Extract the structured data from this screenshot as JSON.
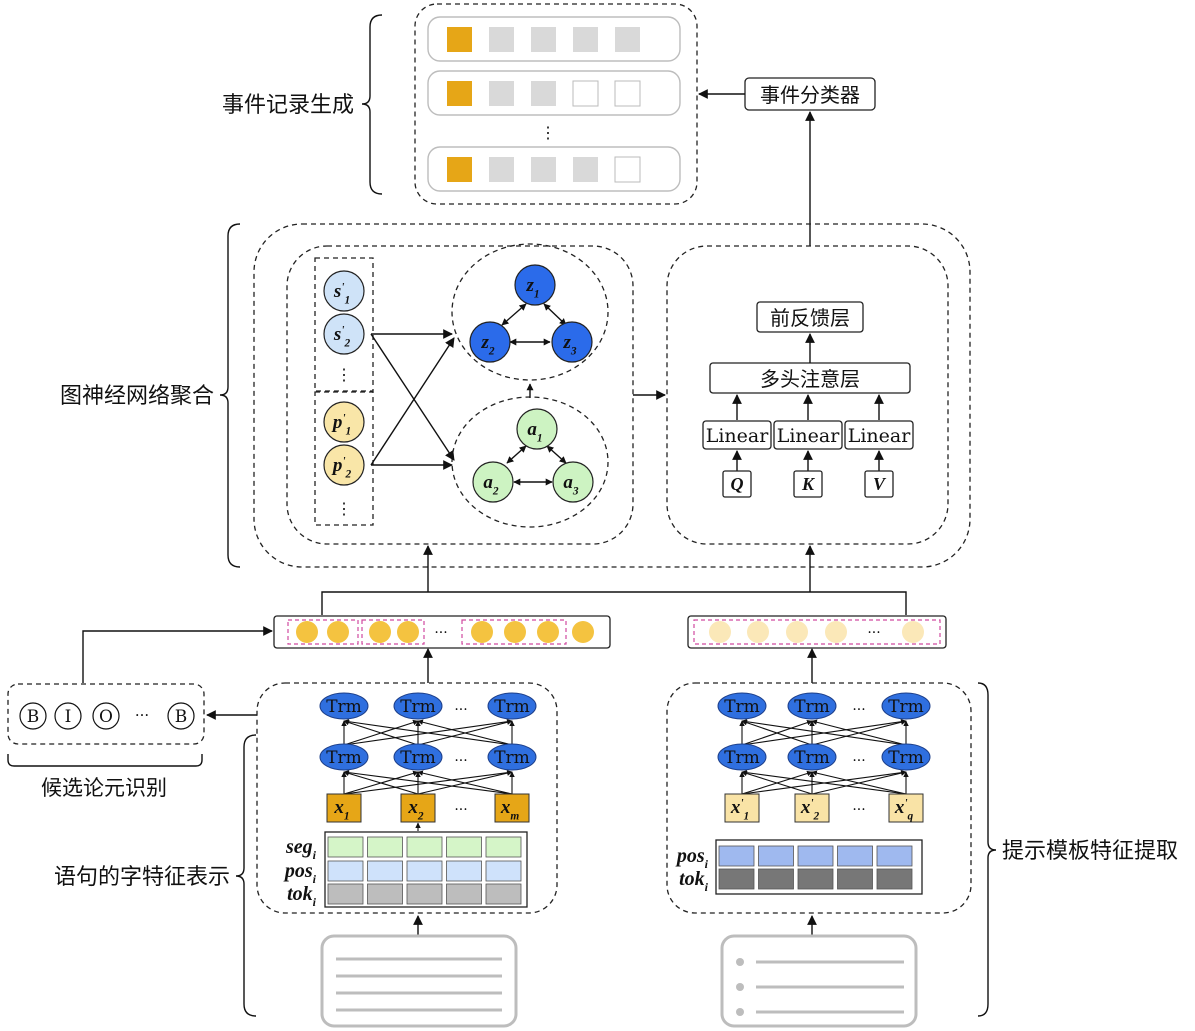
{
  "labels": {
    "event_record_generation": "事件记录生成",
    "event_classifier": "事件分类器",
    "gnn_aggregation": "图神经网络聚合",
    "feed_forward": "前反馈层",
    "multi_head_attention": "多头注意层",
    "candidate_argument_identification": "候选论元识别",
    "sentence_char_features": "语句的字特征表示",
    "prompt_template_features": "提示模板特征提取"
  },
  "attention": {
    "linear": [
      "Linear",
      "Linear",
      "Linear"
    ],
    "qkv": [
      "Q",
      "K",
      "V"
    ]
  },
  "graph": {
    "s_nodes": [
      "s",
      "s"
    ],
    "s_subs": [
      "1",
      "2"
    ],
    "p_nodes": [
      "p",
      "p"
    ],
    "p_subs": [
      "1",
      "2"
    ],
    "z_nodes": [
      "z",
      "z",
      "z"
    ],
    "z_subs": [
      "1",
      "2",
      "3"
    ],
    "a_nodes": [
      "a",
      "a",
      "a"
    ],
    "a_subs": [
      "1",
      "2",
      "3"
    ],
    "ellipsis": "⋮"
  },
  "bio": {
    "tags": [
      "B",
      "I",
      "O",
      "B"
    ],
    "ellipsis": "···"
  },
  "encoder": {
    "trm": "Trm",
    "ellipsis": "···",
    "left_inputs": [
      "x",
      "x",
      "x"
    ],
    "left_input_subs": [
      "1",
      "2",
      "m"
    ],
    "right_inputs": [
      "x",
      "x",
      "x"
    ],
    "right_input_subs": [
      "1",
      "2",
      "q"
    ],
    "left_embed_labels": [
      "seg",
      "pos",
      "tok"
    ],
    "left_embed_subs": [
      "i",
      "i",
      "i"
    ],
    "right_embed_labels": [
      "pos",
      "tok"
    ],
    "right_embed_subs": [
      "i",
      "i"
    ]
  },
  "colors": {
    "gold": "#e6a617",
    "gray_cell": "#d9d9d9",
    "trm_blue": "#2f6fdf",
    "z_blue": "#2b6bea",
    "s_blue": "#cfe3f8",
    "p_yellow": "#f9e6a8",
    "a_green": "#cdf3c2",
    "seq_gold": "#f4c340",
    "seq_pale": "#fbe8b8",
    "seg_green": "#d5f5c8",
    "pos_blue": "#cfe2fb",
    "pos_blue2": "#9fb9ef",
    "tok_gray": "#bdbdbd",
    "tok_dark": "#777777",
    "x_orange": "#e6a617",
    "x_pale": "#f9e3a6"
  }
}
